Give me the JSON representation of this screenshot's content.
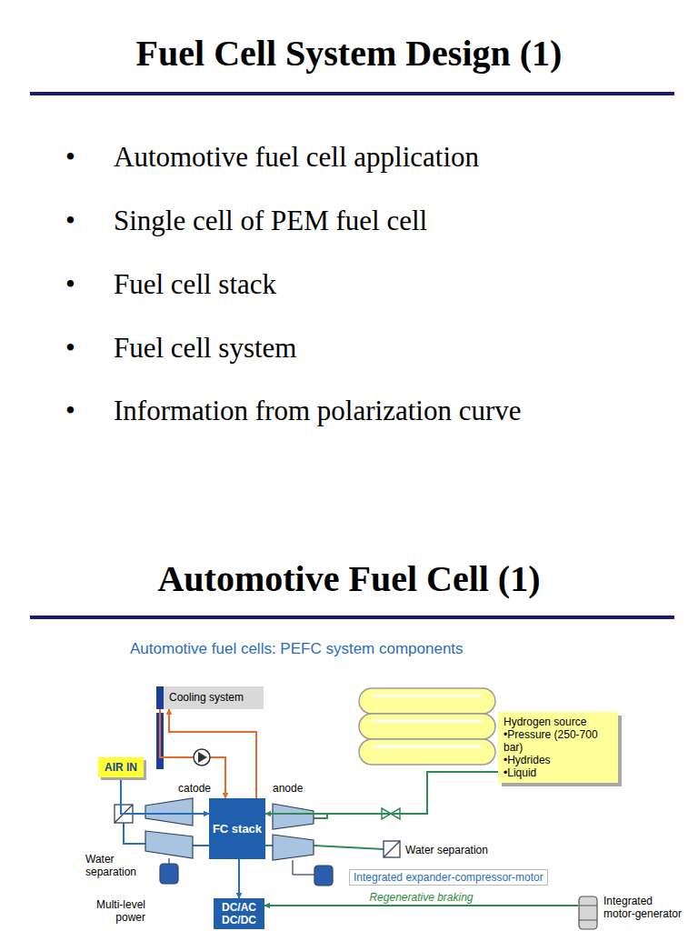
{
  "diagram": {
    "title": "Fuel Cell System Design (1)",
    "nodes": [
      {
        "text": [
          "Cooling system"
        ]
      },
      {
        "text": [
          "AIR IN"
        ]
      },
      {
        "text": [
          "FC stack"
        ]
      },
      {
        "text": [
          "Hydrogen source",
          "•Pressure (250-700 bar)",
          "•Hydrides",
          "•Liquid"
        ]
      },
      {
        "text": [
          "DC/AC DC/DC"
        ]
      },
      {
        "text": [
          "Integrated motor-generator"
        ]
      }
    ],
    "edges": [
      {
        "from": 0,
        "to": 2,
        "arrow": "to"
      },
      {
        "from": 2,
        "to": 0,
        "arrow": "to"
      },
      {
        "from": 1,
        "to": 2,
        "arrow": "to"
      },
      {
        "from": 3,
        "to": 2,
        "arrow": "to"
      },
      {
        "from": 2,
        "to": 4,
        "arrow": "to"
      },
      {
        "from": 5,
        "to": 4,
        "label": "Regenerative braking",
        "arrow": "to"
      }
    ],
    "labels": [
      "•",
      "Automotive fuel cell application",
      "•",
      "Single cell of PEM fuel cell",
      "•",
      "Fuel cell stack",
      "•",
      "Fuel cell system",
      "•",
      "Information from polarization curve",
      "Automotive Fuel Cell (1)",
      "Automotive fuel cells: PEFC system components",
      "catode",
      "anode",
      "Water separation",
      "Water separation",
      "Integrated expander-compressor-motor",
      "Multi-level power"
    ]
  }
}
